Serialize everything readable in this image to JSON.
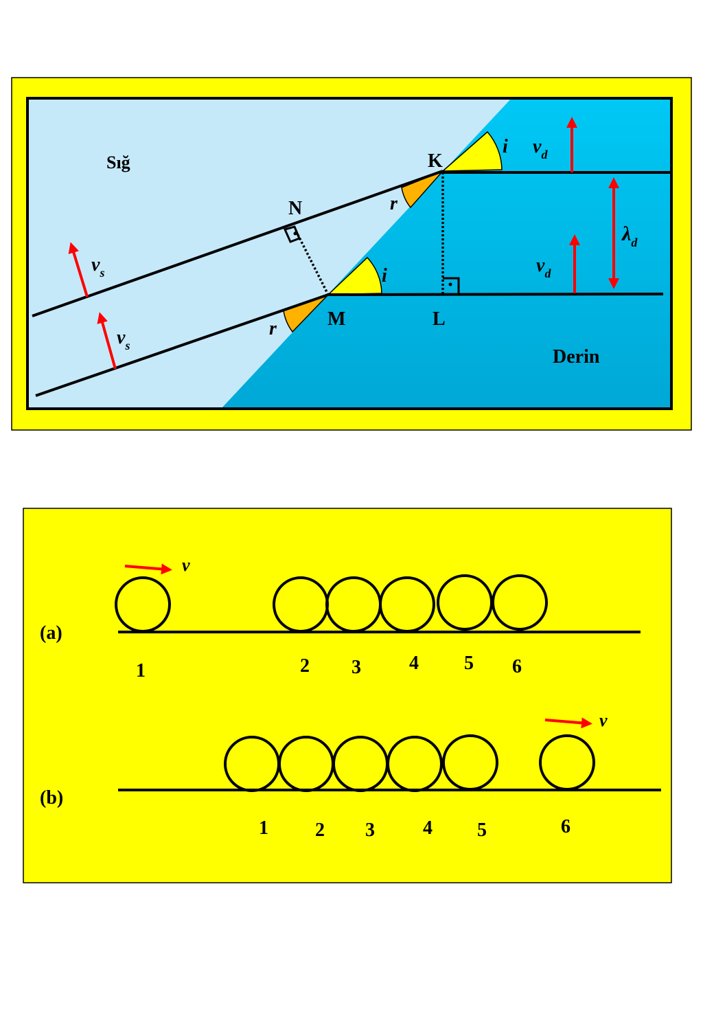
{
  "panel1": {
    "shallow_label": "Sığ",
    "deep_label": "Derin",
    "points": {
      "K": "K",
      "N": "N",
      "M": "M",
      "L": "L"
    },
    "angle_i": "i",
    "angle_r": "r",
    "vs_main": "v",
    "vs_sub": "s",
    "vd_main": "v",
    "vd_sub": "d",
    "lambda_main": "λ",
    "lambda_sub": "d",
    "colors": {
      "frame": "#ffff00",
      "shallow": "#c6e9fa",
      "deep_top": "#00c8f5",
      "deep_bottom": "#00a8d6",
      "arrow": "#ff0000",
      "angle_i": "#ffff00",
      "angle_r": "#ffb300"
    }
  },
  "panel2": {
    "row_a_label": "(a)",
    "row_b_label": "(b)",
    "velocity_label": "v",
    "row_a_numbers": [
      "1",
      "2",
      "3",
      "4",
      "5",
      "6"
    ],
    "row_b_numbers": [
      "1",
      "2",
      "3",
      "4",
      "5",
      "6"
    ],
    "colors": {
      "background": "#ffff00",
      "ball": "#ffff00",
      "arrow": "#ff0000"
    }
  }
}
